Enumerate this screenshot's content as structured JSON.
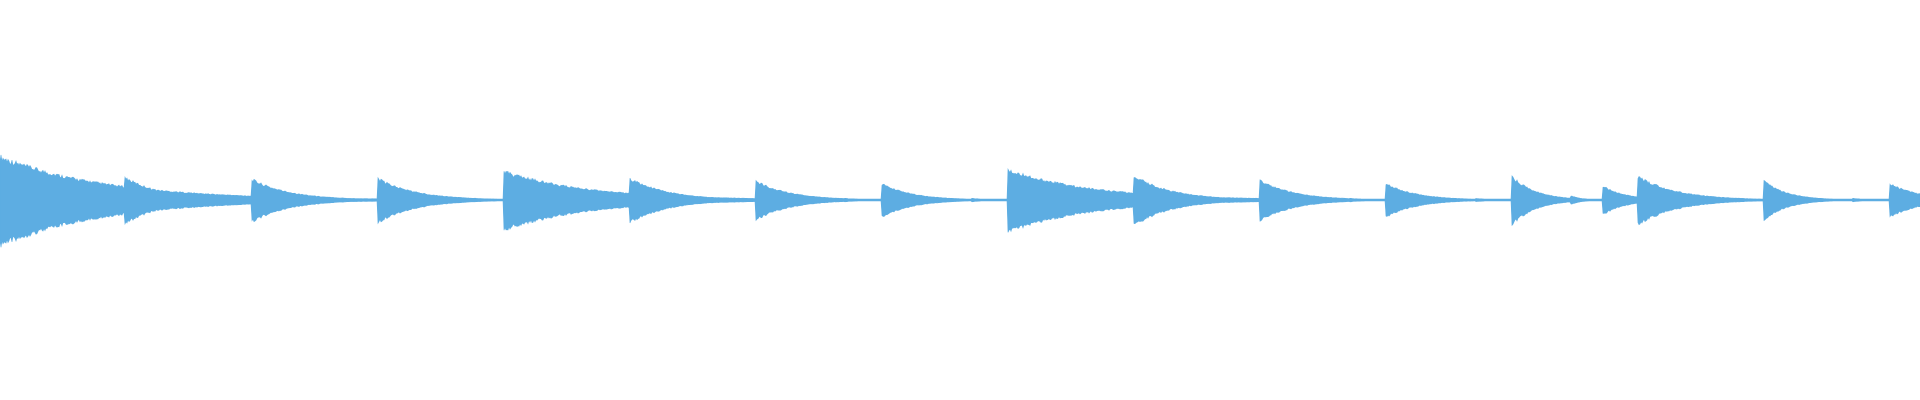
{
  "waveform": {
    "color": "#5dade2",
    "peak_amplitude": 1.0,
    "baseline_amplitude": 0.012,
    "hits": [
      {
        "t": 0.0,
        "amp": 1.0,
        "decay": 0.055
      },
      {
        "t": 0.046,
        "amp": 0.12,
        "decay": 0.01
      },
      {
        "t": 0.065,
        "amp": 0.52,
        "decay": 0.02
      },
      {
        "t": 0.112,
        "amp": 0.06,
        "decay": 0.008
      },
      {
        "t": 0.131,
        "amp": 0.48,
        "decay": 0.02
      },
      {
        "t": 0.178,
        "amp": 0.05,
        "decay": 0.008
      },
      {
        "t": 0.1965,
        "amp": 0.5,
        "decay": 0.02
      },
      {
        "t": 0.243,
        "amp": 0.04,
        "decay": 0.008
      },
      {
        "t": 0.262,
        "amp": 0.66,
        "decay": 0.045
      },
      {
        "t": 0.3095,
        "amp": 0.14,
        "decay": 0.01
      },
      {
        "t": 0.328,
        "amp": 0.5,
        "decay": 0.02
      },
      {
        "t": 0.3745,
        "amp": 0.05,
        "decay": 0.008
      },
      {
        "t": 0.3935,
        "amp": 0.44,
        "decay": 0.018
      },
      {
        "t": 0.44,
        "amp": 0.04,
        "decay": 0.008
      },
      {
        "t": 0.459,
        "amp": 0.38,
        "decay": 0.016
      },
      {
        "t": 0.506,
        "amp": 0.04,
        "decay": 0.008
      },
      {
        "t": 0.5245,
        "amp": 0.7,
        "decay": 0.045
      },
      {
        "t": 0.572,
        "amp": 0.12,
        "decay": 0.01
      },
      {
        "t": 0.5905,
        "amp": 0.56,
        "decay": 0.02
      },
      {
        "t": 0.6375,
        "amp": 0.05,
        "decay": 0.008
      },
      {
        "t": 0.656,
        "amp": 0.46,
        "decay": 0.018
      },
      {
        "t": 0.703,
        "amp": 0.04,
        "decay": 0.008
      },
      {
        "t": 0.7215,
        "amp": 0.38,
        "decay": 0.016
      },
      {
        "t": 0.7685,
        "amp": 0.04,
        "decay": 0.008
      },
      {
        "t": 0.7875,
        "amp": 0.55,
        "decay": 0.012
      },
      {
        "t": 0.818,
        "amp": 0.1,
        "decay": 0.006
      },
      {
        "t": 0.8345,
        "amp": 0.33,
        "decay": 0.012
      },
      {
        "t": 0.853,
        "amp": 0.55,
        "decay": 0.02
      },
      {
        "t": 0.9,
        "amp": 0.04,
        "decay": 0.008
      },
      {
        "t": 0.9185,
        "amp": 0.45,
        "decay": 0.012
      },
      {
        "t": 0.965,
        "amp": 0.04,
        "decay": 0.008
      },
      {
        "t": 0.984,
        "amp": 0.38,
        "decay": 0.016
      }
    ]
  }
}
